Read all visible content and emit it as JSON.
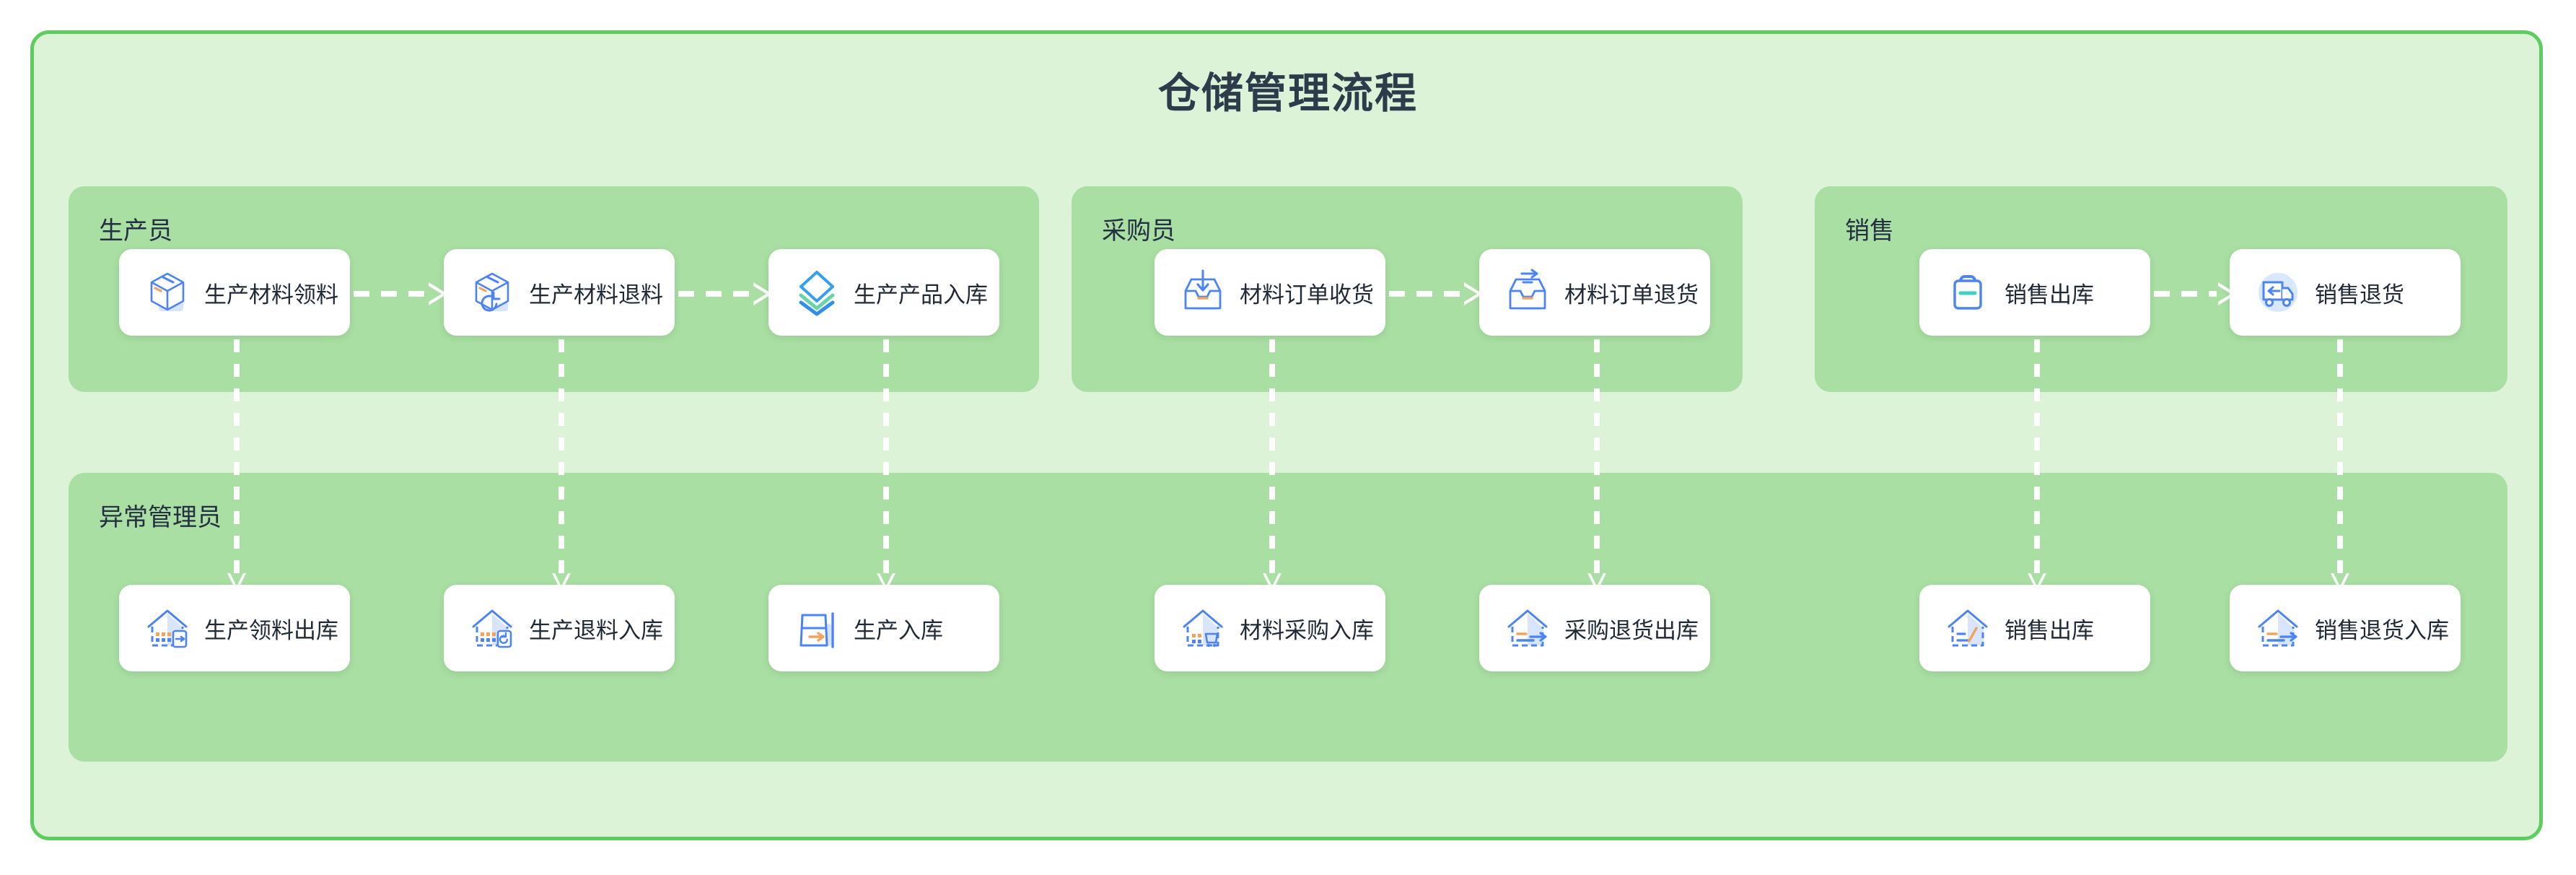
{
  "title": "仓储管理流程",
  "colors": {
    "outer_border": "#5ecd5f",
    "outer_fill": "#ddf3d8",
    "panel_fill": "#a9dfa3",
    "card_fill": "#ffffff",
    "connector": "#ffffff",
    "icon_blue": "#4c84f6",
    "icon_accent_orange": "#f2a35e",
    "title_text": "#2d3b4a"
  },
  "panels": [
    {
      "id": "producer",
      "label": "生产员",
      "cards": [
        {
          "label": "生产材料领料",
          "icon": "box-icon"
        },
        {
          "label": "生产材料退料",
          "icon": "box-return-icon"
        },
        {
          "label": "生产产品入库",
          "icon": "layers-icon"
        }
      ]
    },
    {
      "id": "purchaser",
      "label": "采购员",
      "cards": [
        {
          "label": "材料订单收货",
          "icon": "inbox-download-icon"
        },
        {
          "label": "材料订单退货",
          "icon": "inbox-upload-icon"
        }
      ]
    },
    {
      "id": "sales",
      "label": "销售",
      "cards": [
        {
          "label": "销售出库",
          "icon": "briefcase-icon"
        },
        {
          "label": "销售退货",
          "icon": "truck-return-icon"
        }
      ]
    },
    {
      "id": "exception",
      "label": "异常管理员",
      "cards": [
        {
          "label": "生产领料出库",
          "icon": "warehouse-out-icon"
        },
        {
          "label": "生产退料入库",
          "icon": "warehouse-return-icon"
        },
        {
          "label": "生产入库",
          "icon": "bin-in-icon"
        },
        {
          "label": "材料采购入库",
          "icon": "warehouse-purchase-icon"
        },
        {
          "label": "采购退货出库",
          "icon": "warehouse-purchase-return-icon"
        },
        {
          "label": "销售出库",
          "icon": "warehouse-sales-out-icon"
        },
        {
          "label": "销售退货入库",
          "icon": "warehouse-sales-return-icon"
        }
      ]
    }
  ],
  "connectors": {
    "horizontal": [
      {
        "from": "生产材料领料",
        "to": "生产材料退料"
      },
      {
        "from": "生产材料退料",
        "to": "生产产品入库"
      },
      {
        "from": "材料订单收货",
        "to": "材料订单退货"
      },
      {
        "from": "销售出库",
        "to": "销售退货"
      }
    ],
    "vertical": [
      {
        "from": "生产材料领料",
        "to": "生产领料出库"
      },
      {
        "from": "生产材料退料",
        "to": "生产退料入库"
      },
      {
        "from": "生产产品入库",
        "to": "生产入库"
      },
      {
        "from": "材料订单收货",
        "to": "材料采购入库"
      },
      {
        "from": "材料订单退货",
        "to": "采购退货出库"
      },
      {
        "from": "销售出库",
        "to": "销售出库"
      },
      {
        "from": "销售退货",
        "to": "销售退货入库"
      }
    ]
  }
}
